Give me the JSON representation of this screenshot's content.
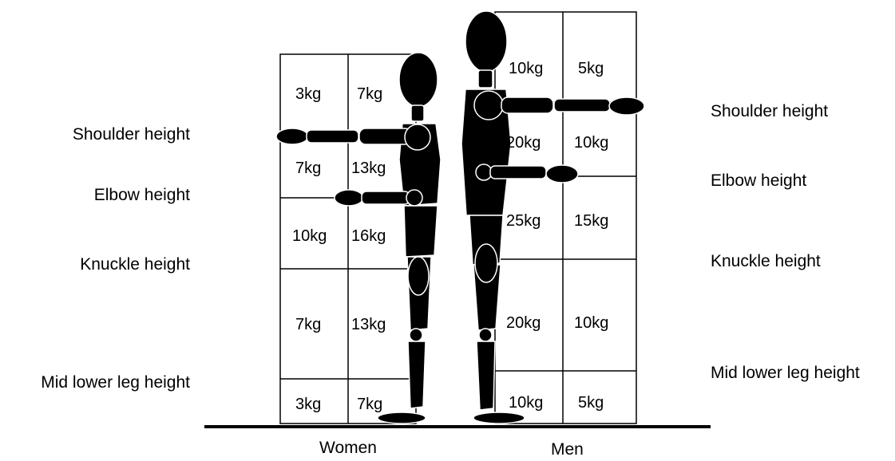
{
  "left_labels": [
    "Shoulder height",
    "Elbow height",
    "Knuckle height",
    "Mid lower leg height"
  ],
  "right_labels": [
    "Shoulder height",
    "Elbow height",
    "Knuckle height",
    "Mid lower leg height"
  ],
  "women": {
    "label": "Women",
    "rows": [
      [
        "3kg",
        "7kg"
      ],
      [
        "7kg",
        "13kg"
      ],
      [
        "10kg",
        "16kg"
      ],
      [
        "7kg",
        "13kg"
      ],
      [
        "3kg",
        "7kg"
      ]
    ]
  },
  "men": {
    "label": "Men",
    "rows": [
      [
        "10kg",
        "5kg"
      ],
      [
        "20kg",
        "10kg"
      ],
      [
        "25kg",
        "15kg"
      ],
      [
        "20kg",
        "10kg"
      ],
      [
        "10kg",
        "5kg"
      ]
    ]
  },
  "colors": {
    "figure": "#000000",
    "grid": "#000000",
    "background": "#ffffff"
  }
}
